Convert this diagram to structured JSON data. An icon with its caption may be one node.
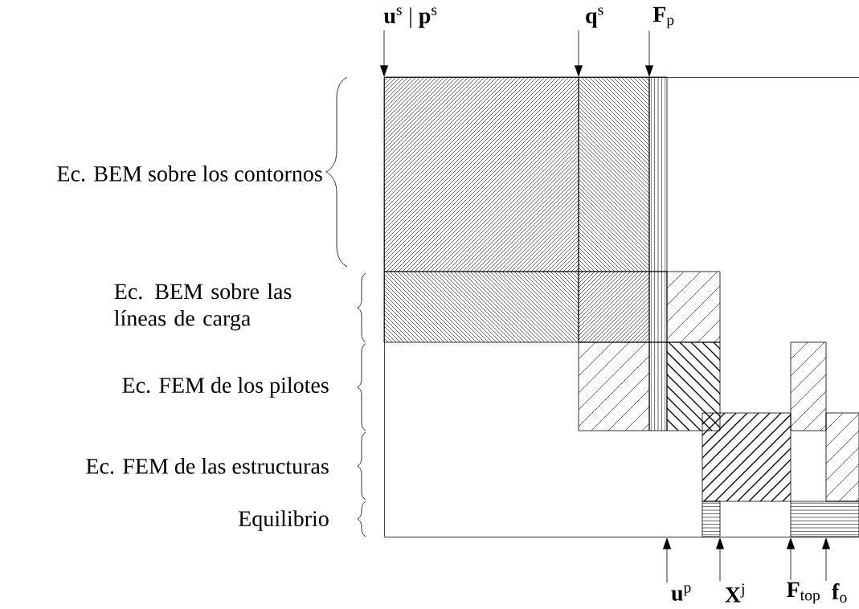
{
  "diagram": {
    "nodes": [
      {
        "text": [],
        "shape": "box"
      },
      {
        "text": [
          "**u**$^{s}$ | **p**$^{s}$"
        ]
      },
      {
        "text": [
          "**q**$^{s}$"
        ]
      },
      {
        "text": [
          "**F**$_{p}$"
        ]
      },
      {
        "text": [
          "**u**$^{p}$"
        ]
      },
      {
        "text": [
          "**X**$^{j}$"
        ]
      },
      {
        "text": [
          "**F**$_{top}$"
        ]
      },
      {
        "text": [
          "**f**$_{o}$"
        ]
      }
    ],
    "edges": [
      {
        "from": 1,
        "to": 0,
        "arrow": "to"
      },
      {
        "from": 2,
        "to": 0,
        "arrow": "to"
      },
      {
        "from": 3,
        "to": 0,
        "arrow": "to"
      },
      {
        "from": 4,
        "to": 0,
        "arrow": "to"
      },
      {
        "from": 5,
        "to": 0,
        "arrow": "to"
      },
      {
        "from": 6,
        "to": 0,
        "arrow": "to"
      },
      {
        "from": 7,
        "to": 0,
        "arrow": "to"
      }
    ],
    "labels": [
      "Ec. BEM sobre los contornos",
      "Ec. BEM sobre las líneas de carga",
      "Ec. FEM de los pilotes",
      "Ec. FEM de las estructuras",
      "Equilibrio"
    ]
  }
}
